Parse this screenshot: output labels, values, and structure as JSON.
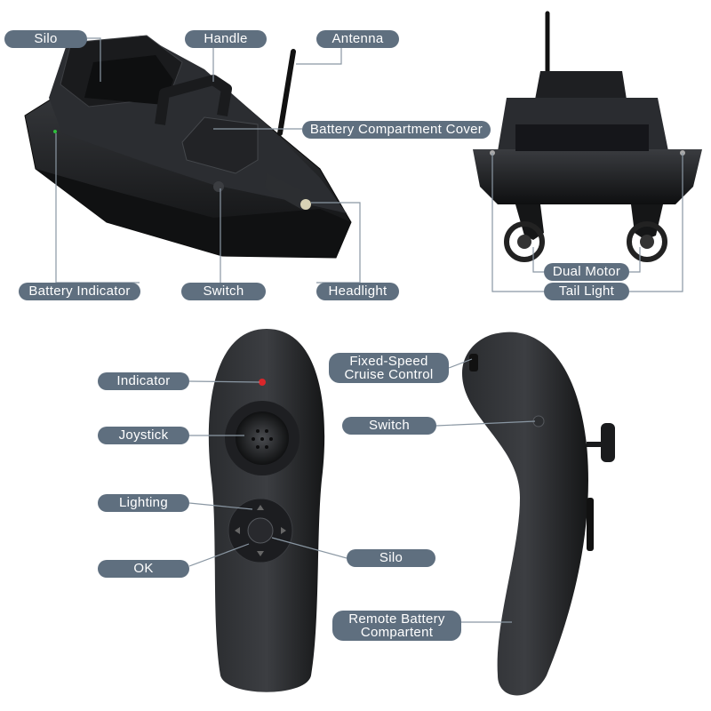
{
  "labels": {
    "silo_top": "Silo",
    "handle": "Handle",
    "antenna": "Antenna",
    "battery_cover": "Battery Compartment Cover",
    "battery_indicator": "Battery Indicator",
    "switch_top": "Switch",
    "headlight": "Headlight",
    "dual_motor": "Dual Motor",
    "tail_light": "Tail Light",
    "indicator": "Indicator",
    "joystick": "Joystick",
    "lighting": "Lighting",
    "ok": "OK",
    "fixed_speed_1": "Fixed-Speed",
    "fixed_speed_2": "Cruise Control",
    "switch_remote": "Switch",
    "silo_remote": "Silo",
    "remote_battery_1": "Remote Battery",
    "remote_battery_2": "Compartent"
  },
  "colors": {
    "label_bg": "#5f6f7f",
    "label_text": "#ffffff",
    "leader_line": "#8a97a3",
    "product_body": "#1c1d1f",
    "indicator_led": "#d9262a"
  }
}
